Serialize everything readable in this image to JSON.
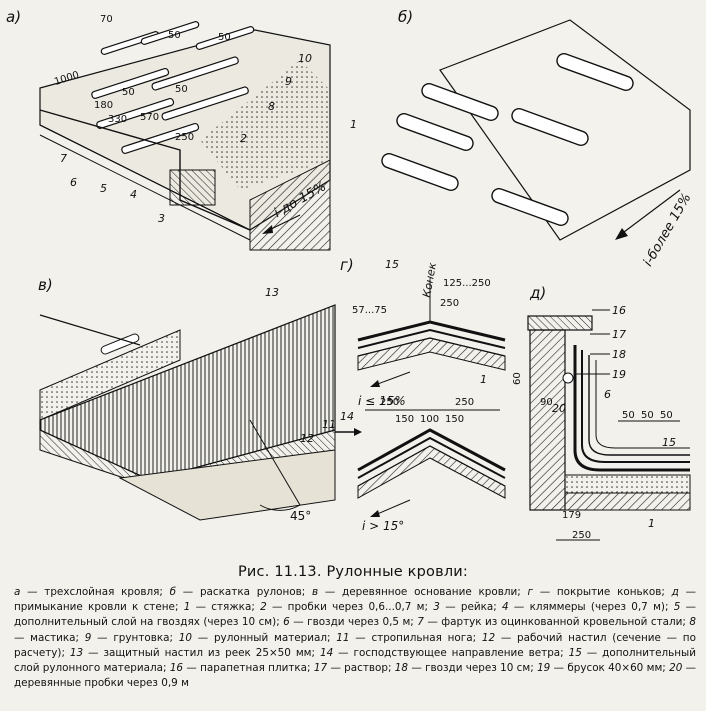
{
  "panels": {
    "a": "а)",
    "b": "б)",
    "v": "в)",
    "g": "г)",
    "d": "д)"
  },
  "panel_a": {
    "dims": [
      "70",
      "50",
      "50",
      "1000",
      "180",
      "50",
      "50",
      "330",
      "570",
      "250"
    ],
    "callouts": [
      "10",
      "9",
      "8",
      "1",
      "2",
      "7",
      "6",
      "5",
      "4",
      "3"
    ],
    "slope": "i до 15%"
  },
  "panel_b": {
    "slope": "i-более 15%"
  },
  "panel_v": {
    "callouts": [
      "13",
      "11",
      "12"
    ],
    "angle": "45°"
  },
  "panel_g": {
    "ridge_label": "Конек",
    "top": {
      "dims": [
        "125...250",
        "57...75",
        "250"
      ],
      "callouts": [
        "15",
        "1"
      ],
      "slope": "i ≤ 15%"
    },
    "bottom": {
      "dims": [
        "250",
        "250",
        "150",
        "100",
        "150"
      ],
      "callouts": [
        "14"
      ],
      "slope": "i > 15°"
    }
  },
  "panel_d": {
    "callouts": [
      "16",
      "17",
      "18",
      "19",
      "20",
      "6",
      "15",
      "1"
    ],
    "dims": [
      "60",
      "90",
      "50",
      "50",
      "50",
      "179",
      "250"
    ]
  },
  "caption": "Рис. 11.13. Рулонные кровли:",
  "legend": [
    {
      "key": "а",
      "text": "трехслойная кровля;"
    },
    {
      "key": "б",
      "text": "раскатка рулонов;"
    },
    {
      "key": "в",
      "text": "деревянное основание кровли;"
    },
    {
      "key": "г",
      "text": "покрытие коньков;"
    },
    {
      "key": "д",
      "text": "примыкание кровли к стене;"
    },
    {
      "key": "1",
      "text": "стяжка;"
    },
    {
      "key": "2",
      "text": "пробки через 0,6...0,7 м;"
    },
    {
      "key": "3",
      "text": "рейка;"
    },
    {
      "key": "4",
      "text": "кляммеры (через 0,7 м);"
    },
    {
      "key": "5",
      "text": "дополнительный слой на гвоздях (через 10 см);"
    },
    {
      "key": "6",
      "text": "гвозди через 0,5 м;"
    },
    {
      "key": "7",
      "text": "фартук из оцинкованной кровельной стали;"
    },
    {
      "key": "8",
      "text": "мастика;"
    },
    {
      "key": "9",
      "text": "грунтовка;"
    },
    {
      "key": "10",
      "text": "рулонный материал;"
    },
    {
      "key": "11",
      "text": "стропильная нога;"
    },
    {
      "key": "12",
      "text": "рабочий настил (сечение — по расчету);"
    },
    {
      "key": "13",
      "text": "защитный настил из реек 25×50 мм;"
    },
    {
      "key": "14",
      "text": "господствующее направление ветра;"
    },
    {
      "key": "15",
      "text": "дополнительный слой рулонного материала;"
    },
    {
      "key": "16",
      "text": "парапетная плитка;"
    },
    {
      "key": "17",
      "text": "раствор;"
    },
    {
      "key": "18",
      "text": "гвозди через 10 см;"
    },
    {
      "key": "19",
      "text": "брусок 40×60 мм;"
    },
    {
      "key": "20",
      "text": "деревянные пробки через 0,9 м"
    }
  ]
}
